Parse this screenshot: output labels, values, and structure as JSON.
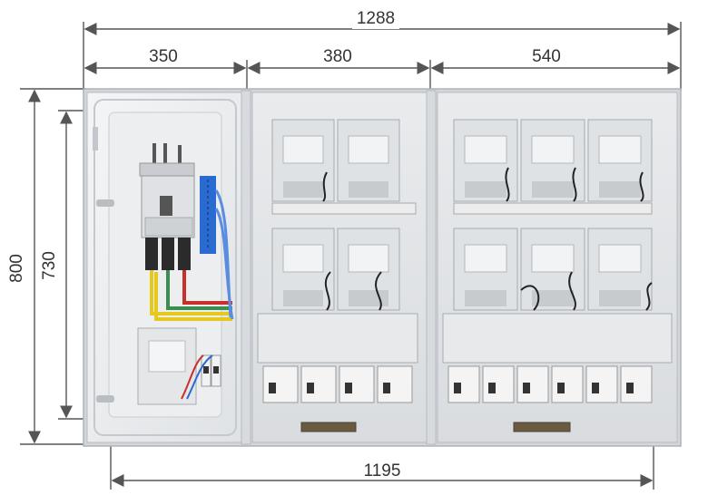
{
  "dimensions": {
    "total_width": "1288",
    "section_left": "350",
    "section_middle": "380",
    "section_right": "540",
    "total_height": "800",
    "inner_height": "730",
    "bottom_width": "1195"
  },
  "colors": {
    "dimension_line": "#555555",
    "cabinet_body": "#e6e8ea",
    "cabinet_frame": "#d3d6d9",
    "meter_socket": "#dfe2e4",
    "breaker_green": "#3a8f4e",
    "breaker_red": "#c9302c",
    "breaker_yellow": "#e7c81d",
    "terminal_blue": "#2a6bd1"
  }
}
